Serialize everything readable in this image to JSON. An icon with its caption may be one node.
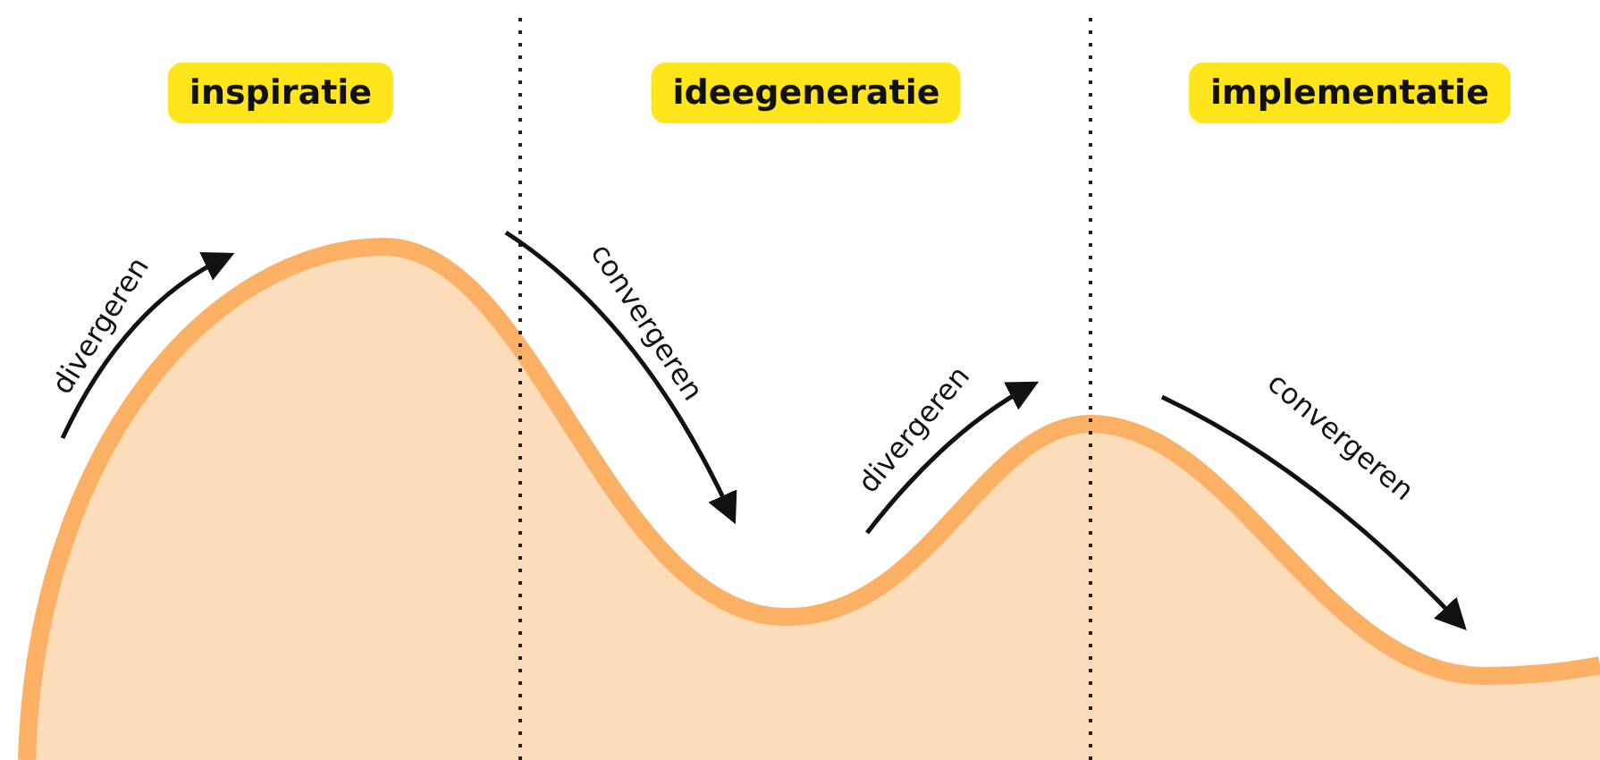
{
  "diagram": {
    "nodes": [
      {
        "text": [
          "inspiratie"
        ]
      },
      {
        "text": [
          "ideegeneratie"
        ]
      },
      {
        "text": [
          "implementatie"
        ]
      }
    ],
    "labels": [
      "divergeren",
      "convergeren",
      "divergeren",
      "convergeren"
    ]
  }
}
